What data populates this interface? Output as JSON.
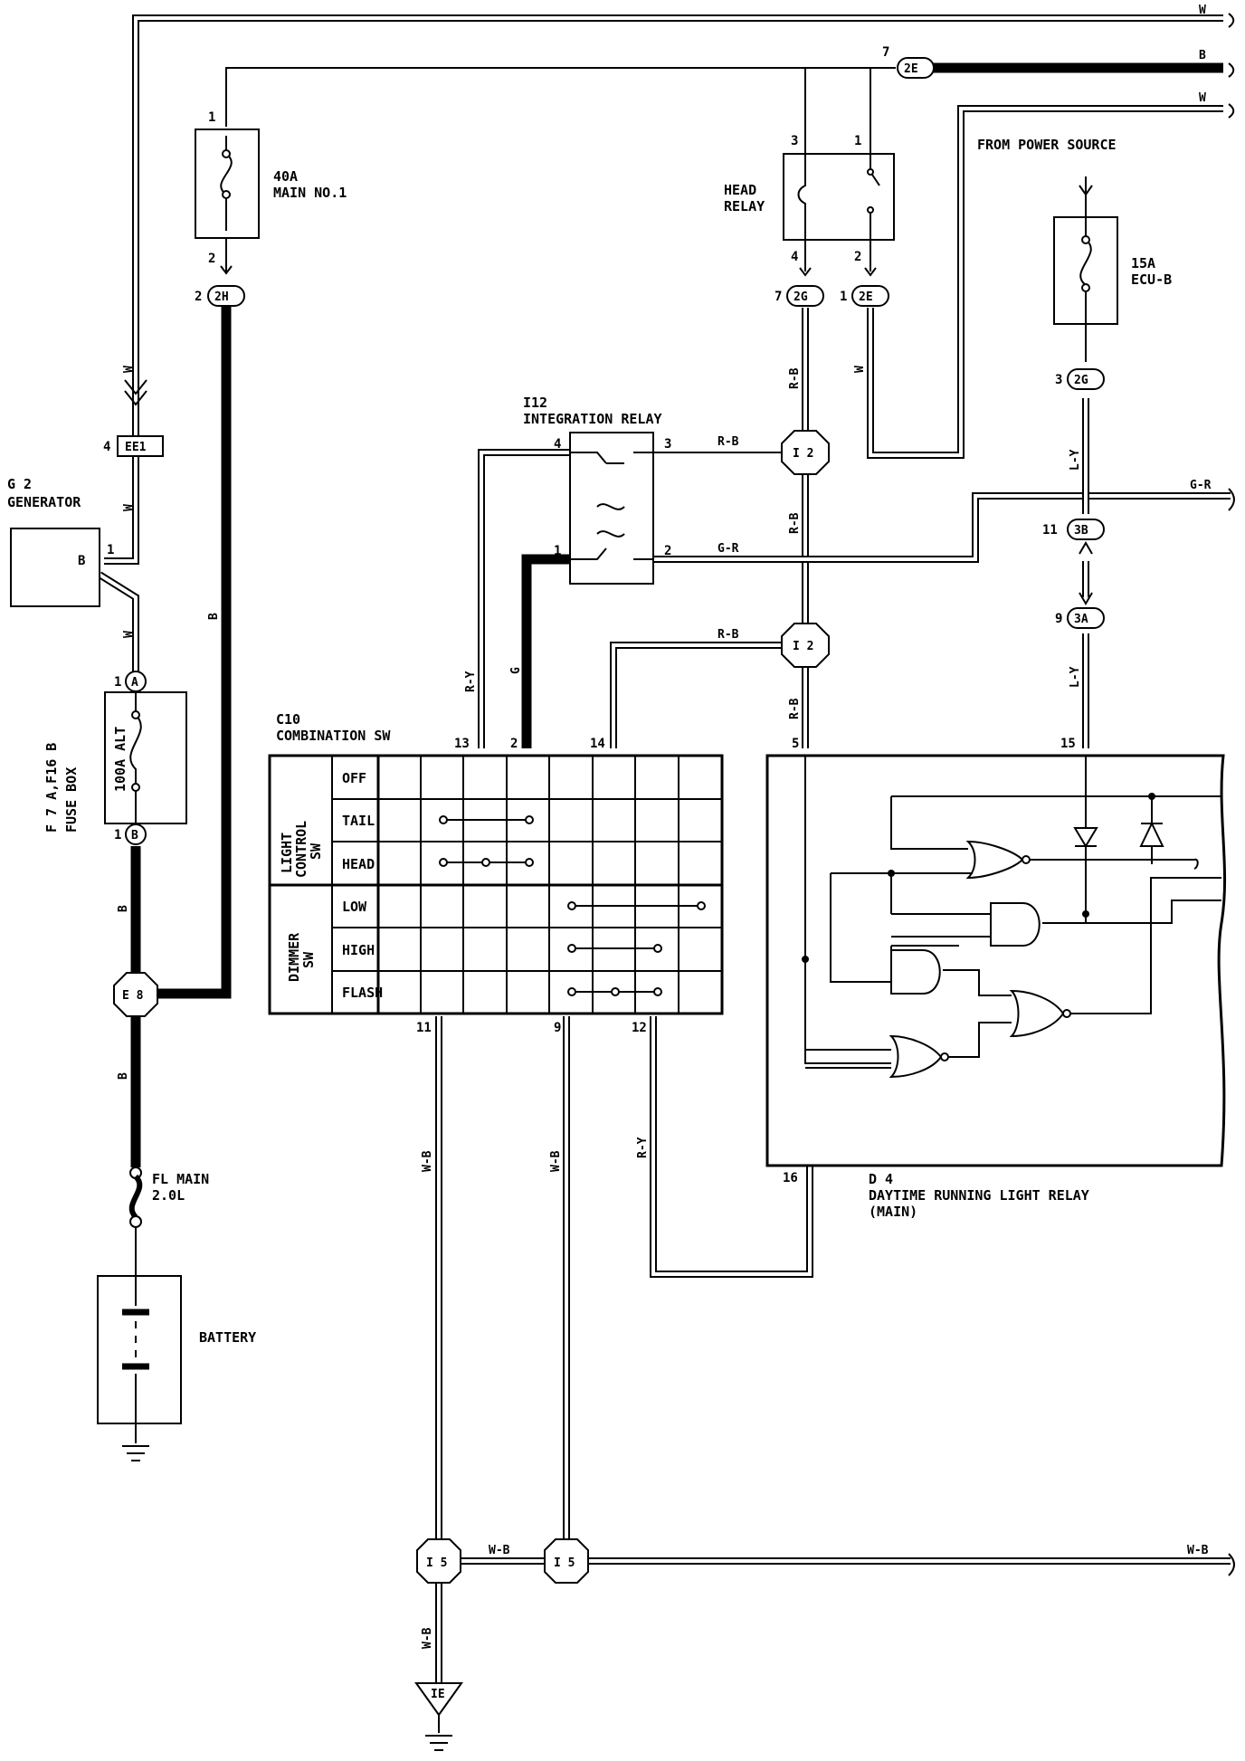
{
  "components": {
    "fuse_main1": {
      "label_line1": "40A",
      "label_line2": "MAIN NO.1"
    },
    "generator": {
      "id": "G 2",
      "name": "GENERATOR",
      "terminal": "B"
    },
    "fuse_box": {
      "id": "F 7",
      "id_conn_a": "A",
      "sep": ",F16",
      "id_conn_b": "B",
      "name": "FUSE BOX",
      "fuse": "100A ALT"
    },
    "fusible_link": {
      "label_line1": "FL MAIN",
      "label_line2": "2.0L"
    },
    "battery": {
      "label": "BATTERY"
    },
    "head_relay": {
      "label_line1": "HEAD",
      "label_line2": "RELAY"
    },
    "power_source": {
      "label": "FROM POWER SOURCE"
    },
    "fuse_ecu": {
      "label_line1": "15A",
      "label_line2": "ECU-B"
    },
    "integration_relay": {
      "id": "I12",
      "name": "INTEGRATION RELAY"
    },
    "combination_sw": {
      "id": "C10",
      "name": "COMBINATION SW",
      "group_light": [
        "LIGHT",
        "CONTROL",
        "SW"
      ],
      "group_dimmer": [
        "DIMMER",
        "SW"
      ],
      "rows": [
        "OFF",
        "TAIL",
        "HEAD",
        "LOW",
        "HIGH",
        "FLASH"
      ]
    },
    "drl_relay": {
      "id": "D 4",
      "name_line1": "DAYTIME RUNNING LIGHT RELAY",
      "name_line2": "(MAIN)"
    }
  },
  "connectors": {
    "c_2h": "2H",
    "c_2g_a": "2G",
    "c_2e_a": "2E",
    "c_2e_b": "2E",
    "c_2g_b": "2G",
    "c_3b": "3B",
    "c_3a": "3A",
    "c_ee1": "EE1",
    "c_i2_a": "I 2",
    "c_i2_b": "I 2",
    "c_e8": "E 8",
    "c_i5_a": "I 5",
    "c_i5_b": "I 5",
    "c_ie": "IE",
    "c_a": "A",
    "c_b": "B"
  },
  "pins": {
    "p_fuse_in": "1",
    "p_fuse_out": "2",
    "p_2h": "2",
    "p_ee1": "4",
    "p_gen": "1",
    "p_hr3": "3",
    "p_hr1": "1",
    "p_hr4": "4",
    "p_hr2": "2",
    "p_2g": "7",
    "p_2e": "1",
    "p_top_2e": "7",
    "p_ecu_2g": "3",
    "p_3b": "11",
    "p_3a": "9",
    "p_ir4": "4",
    "p_ir3": "3",
    "p_ir1": "1",
    "p_ir2": "2",
    "p_fb_a": "1",
    "p_fb_b": "1",
    "p_c13": "13",
    "p_c2": "2",
    "p_c14": "14",
    "p_c11": "11",
    "p_c9": "9",
    "p_c12": "12",
    "p_d5": "5",
    "p_d15": "15",
    "p_d16": "16"
  },
  "wire_colors": {
    "w_top": "W",
    "b_top": "B",
    "w_top2": "W",
    "w_left": "W",
    "w_gen": "W",
    "w_gen2": "W",
    "b_main": "B",
    "b_fb": "B",
    "b_fl": "B",
    "rb_relay": "R-B",
    "w_relay": "W",
    "ly_ecu": "L-Y",
    "gr_right": "G-R",
    "rb_ir3": "R-B",
    "rb_mid": "R-B",
    "gr_ir2": "G-R",
    "rb_mid2": "R-B",
    "rb_i2b": "R-B",
    "ly_3a": "L-Y",
    "ry_c13": "R-Y",
    "g_c2": "G",
    "wb_c11": "W-B",
    "wb_c9": "W-B",
    "ry_c12": "R-Y",
    "wb_i5": "W-B",
    "wb_right": "W-B",
    "wb_ie": "W-B"
  }
}
